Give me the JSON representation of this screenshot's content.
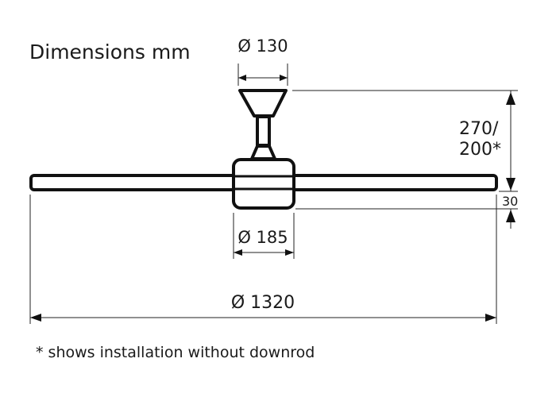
{
  "title": "Dimensions mm",
  "dimensions": {
    "canopy_diameter": "Ø 130",
    "height_line1": "270/",
    "height_line2": "200*",
    "motor_height": "30",
    "motor_diameter": "Ø 185",
    "blade_span": "Ø 1320"
  },
  "footnote": "* shows installation without downrod"
}
